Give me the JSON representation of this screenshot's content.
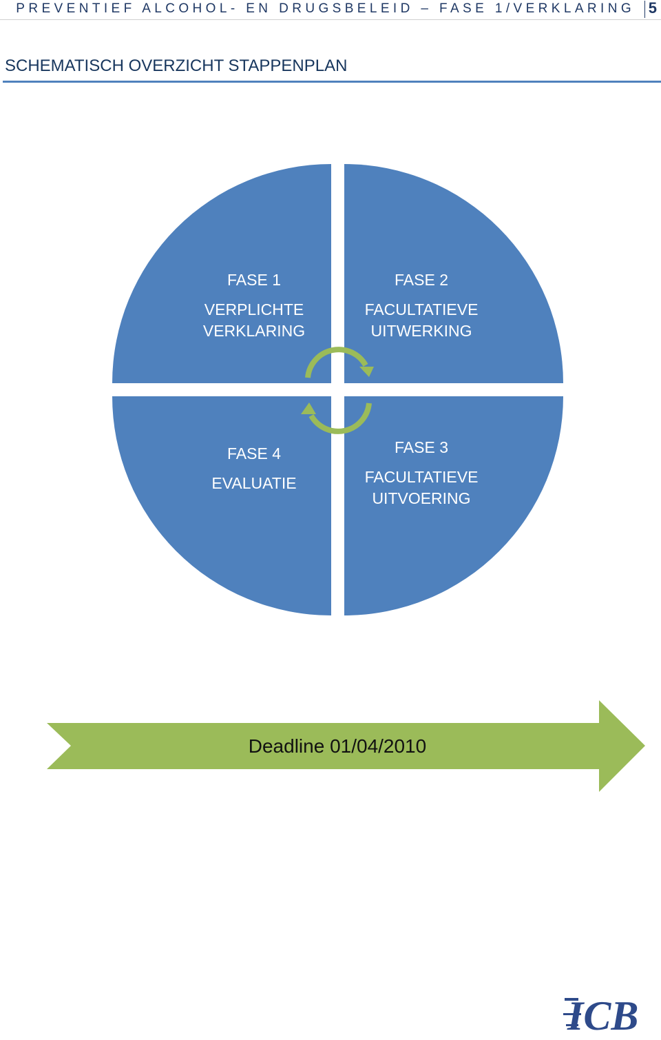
{
  "header": {
    "running_title": "PREVENTIEF ALCOHOL- EN DRUGSBELEID – FASE 1/VERKLARING",
    "page_number": "5"
  },
  "section_title": "SCHEMATISCH OVERZICHT STAPPENPLAN",
  "cycle": {
    "quadrants": [
      {
        "phase": "FASE 1",
        "lines": [
          "VERPLICHTE",
          "VERKLARING"
        ]
      },
      {
        "phase": "FASE 2",
        "lines": [
          "FACULTATIEVE",
          "UITWERKING"
        ]
      },
      {
        "phase": "FASE 3",
        "lines": [
          "FACULTATIEVE",
          "UITVOERING"
        ]
      },
      {
        "phase": "FASE 4",
        "lines": [
          "EVALUATIE"
        ]
      }
    ],
    "quadrant_color": "#4f81bd",
    "arrow_color": "#9bbb59"
  },
  "deadline": {
    "text": "Deadline 01/04/2010",
    "color": "#9bbb59"
  },
  "logo": {
    "text": "ICB",
    "color": "#2e4a8a"
  }
}
